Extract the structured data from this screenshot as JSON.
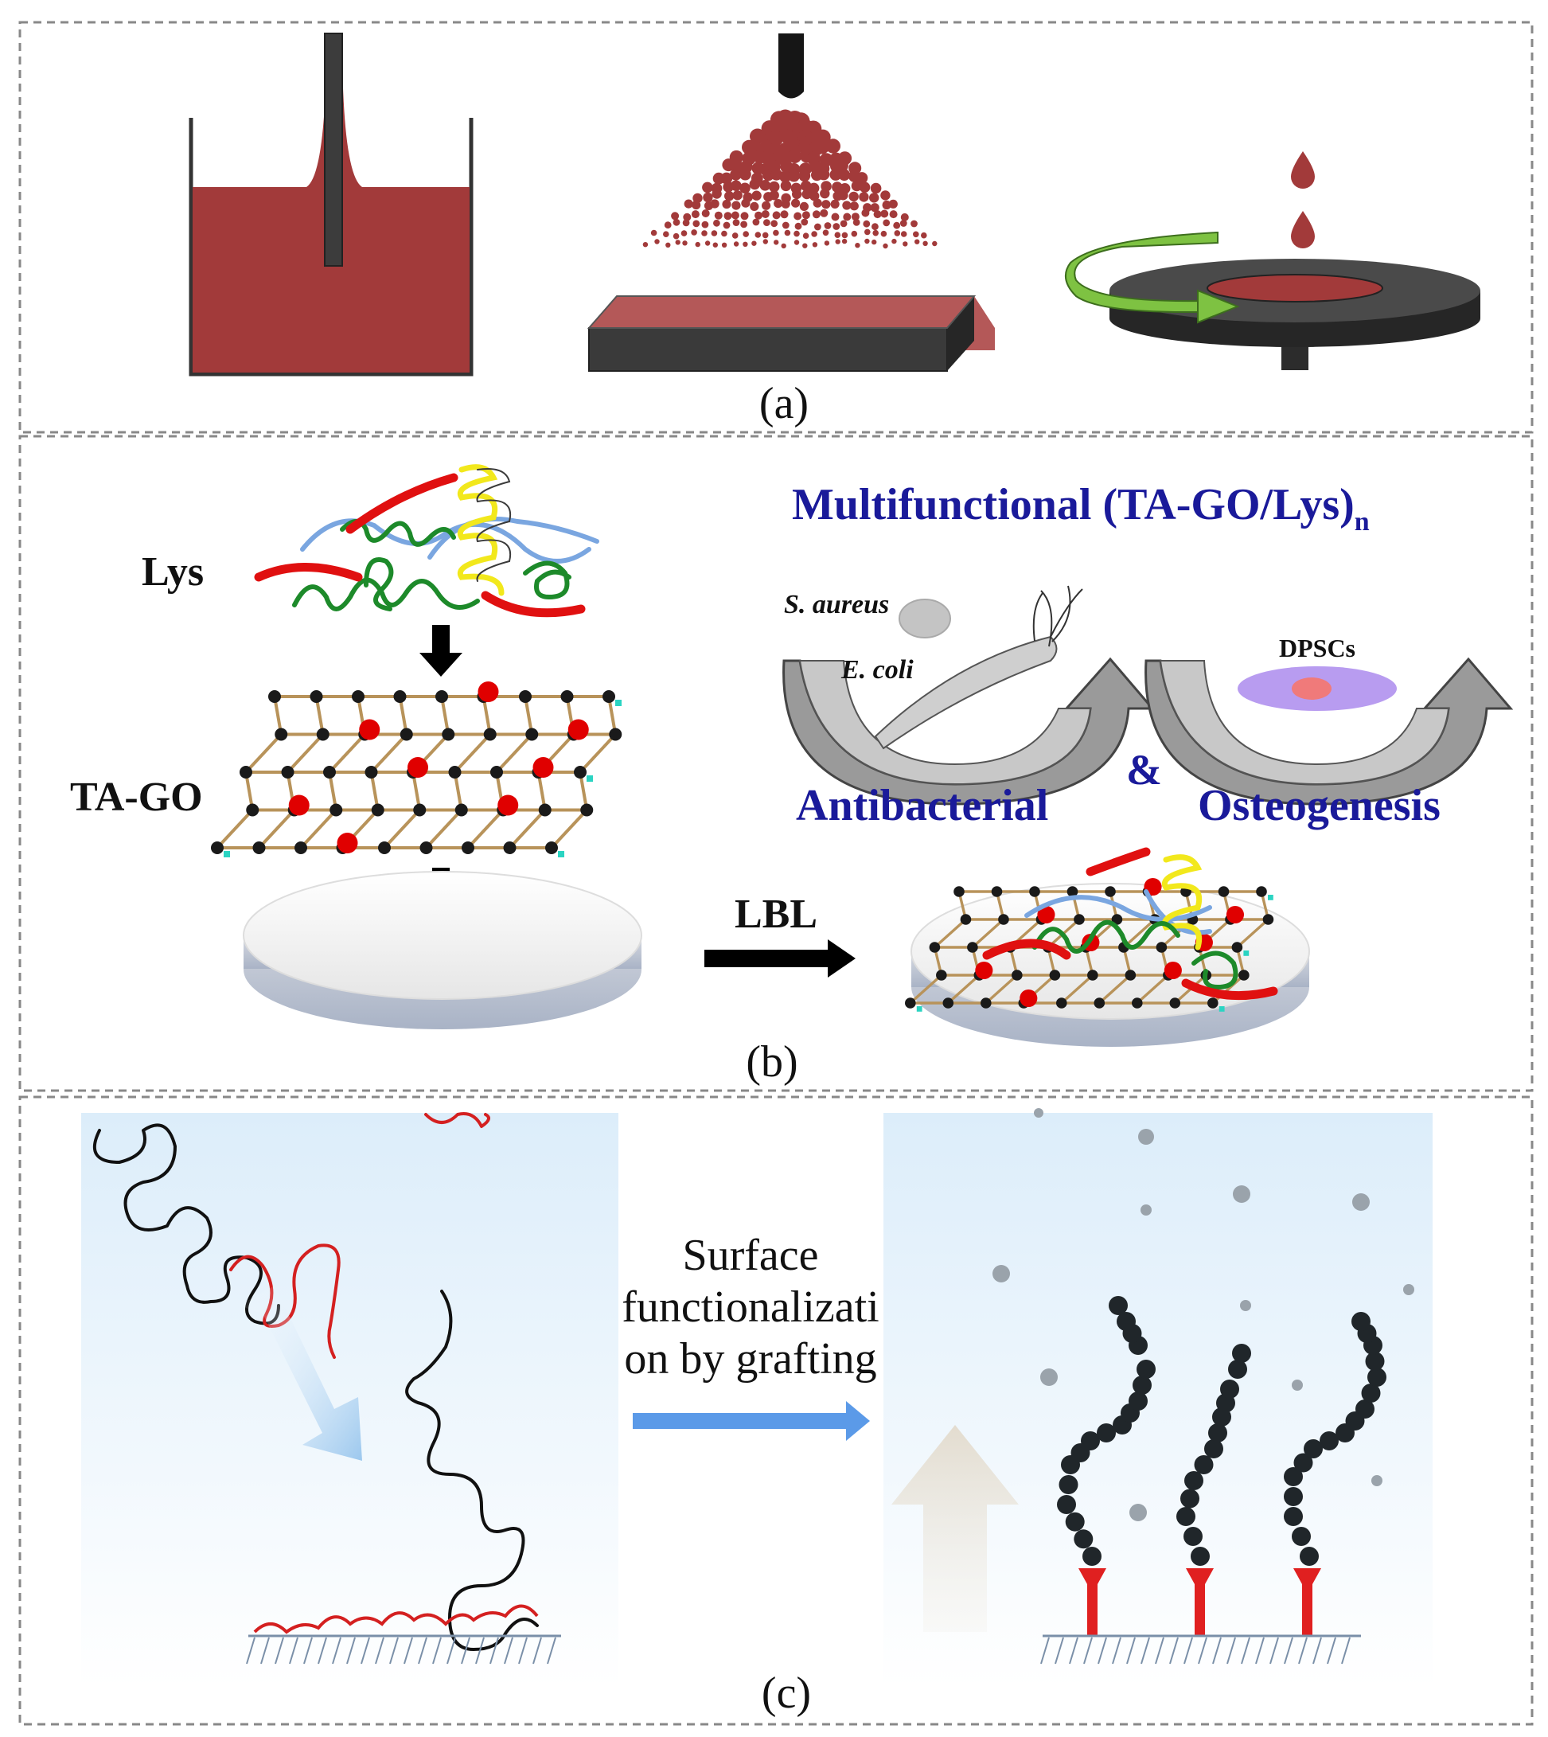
{
  "panel_a": {
    "caption": "(a)",
    "colors": {
      "liquid": "#a23a3a",
      "substrate_top": "#b85a5a",
      "dark": "#3a3a3a",
      "arrow": "#7ec242"
    }
  },
  "panel_b": {
    "caption": "(b)",
    "title": "Multifunctional (TA-GO/Lys)",
    "title_sub": "n",
    "label_lys": "Lys",
    "label_tago": "TA-GO",
    "label_lbl": "LBL",
    "label_s_aureus": "S. aureus",
    "label_e_coli": "E. coli",
    "label_dpscs": "DPSCs",
    "label_antibacterial": "Antibacterial",
    "label_amp": "&",
    "label_osteogenesis": "Osteogenesis",
    "colors": {
      "title": "#1a1a9a",
      "red_dot": "#e00000",
      "green": "#1d8a2a",
      "yellow": "#f2e81c",
      "blue_chain": "#7aa6e0",
      "red_chain": "#e01010"
    }
  },
  "panel_c": {
    "caption": "(c)",
    "text_line1": "Surface",
    "text_line2": "functionalizati",
    "text_line3": "on by grafting",
    "colors": {
      "bg_top": "#dff0fb",
      "chain": "#111111",
      "red_chain": "#d42020",
      "anchor": "#e02020",
      "arrow": "#5b9ae8"
    }
  }
}
